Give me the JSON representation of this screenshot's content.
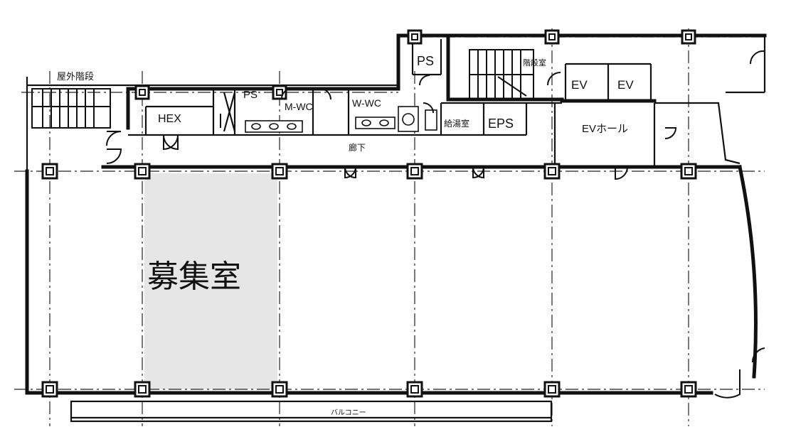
{
  "labels": {
    "available_room": "募集室",
    "stair_outdoor": "屋外階段",
    "hex": "HEX",
    "ps_1": "PS",
    "ps_2": "PS",
    "m_wc": "M-WC",
    "w_wc": "W-WC",
    "corridor": "廊下",
    "stair_inner": "階段室",
    "storage": "給湯室",
    "eps": "EPS",
    "ev_1": "EV",
    "ev_2": "EV",
    "ev_hall": "EVホール",
    "balcony": "バルコニー"
  },
  "colors": {
    "line": "#111111",
    "highlight": "#e6e6e6",
    "background": "#ffffff"
  }
}
